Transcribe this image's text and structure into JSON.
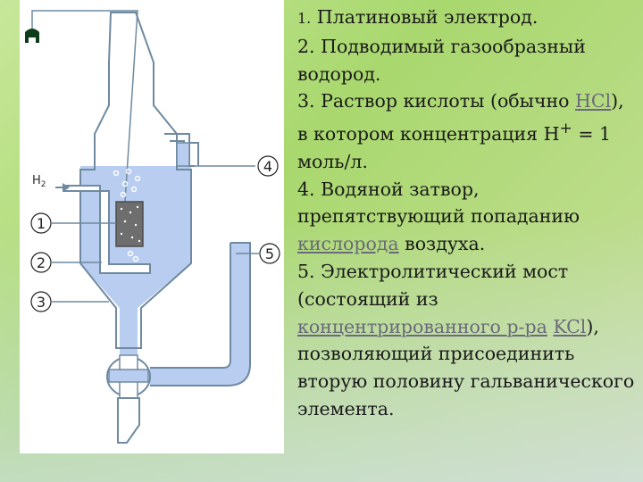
{
  "diagram": {
    "h2_label": "H",
    "h2_subscript": "2",
    "markers": [
      "1",
      "2",
      "3",
      "4",
      "5"
    ]
  },
  "legend": {
    "item1": {
      "number": "1.",
      "text": "Платиновый электрод."
    },
    "item2": {
      "number": "2.",
      "text": "Подводимый газообразный водород."
    },
    "item3": {
      "number": "3.",
      "text_before": "Раствор кислоты (обычно ",
      "link": "HCl",
      "text_after": "), в котором концентрация H",
      "superscript": "+",
      "text_end": " = 1 моль/л."
    },
    "item4": {
      "number": "4.",
      "text_before": "Водяной затвор, препятствующий попаданию ",
      "link": "кислорода",
      "text_after": " воздуха."
    },
    "item5": {
      "number": "5.",
      "text_before": "Электролитический мост (состоящий из ",
      "link1": "концентрированного р-ра",
      "space": " ",
      "link2": "KCl",
      "text_after": "), позволяющий присоединить вторую половину гальванического элемента."
    }
  },
  "colors": {
    "solution": "#b8cdf0",
    "outline": "#6f8aa0",
    "electrode": "#6e6e6e",
    "link": "#6a6a7a"
  }
}
